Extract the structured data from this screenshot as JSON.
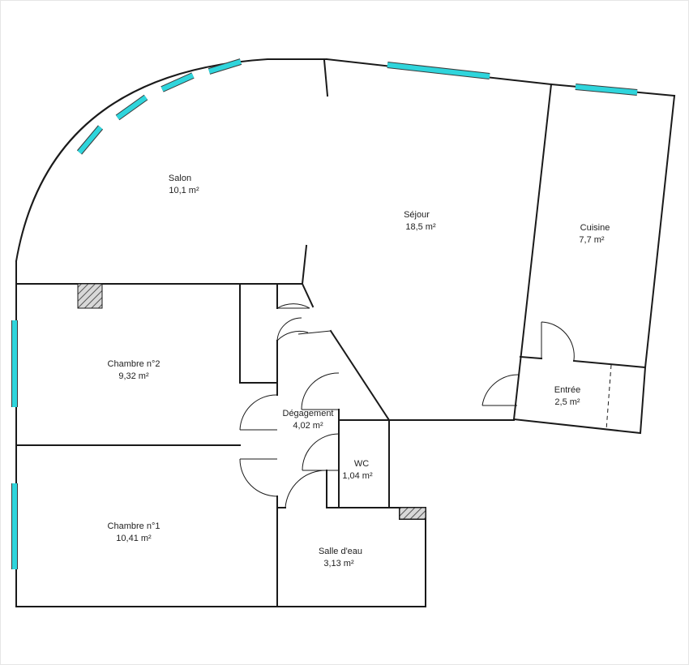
{
  "rooms": {
    "salon": {
      "name": "Salon",
      "area": "10,1  m²"
    },
    "sejour": {
      "name": "Séjour",
      "area": "18,5  m²"
    },
    "cuisine": {
      "name": "Cuisine",
      "area": "7,7  m²"
    },
    "chambre2": {
      "name": "Chambre n°2",
      "area": "9,32  m²"
    },
    "degagement": {
      "name": "Dégagement",
      "area": "4,02  m²"
    },
    "entree": {
      "name": "Entrée",
      "area": "2,5  m²"
    },
    "wc": {
      "name": "WC",
      "area": "1,04  m²"
    },
    "chambre1": {
      "name": "Chambre n°1",
      "area": "10,41  m²"
    },
    "salle_eau": {
      "name": "Salle d'eau",
      "area": "3,13  m²"
    }
  },
  "colors": {
    "wall": "#1a1a1a",
    "window": "#2fd5dc",
    "hatch": "#555555",
    "background": "#ffffff"
  }
}
